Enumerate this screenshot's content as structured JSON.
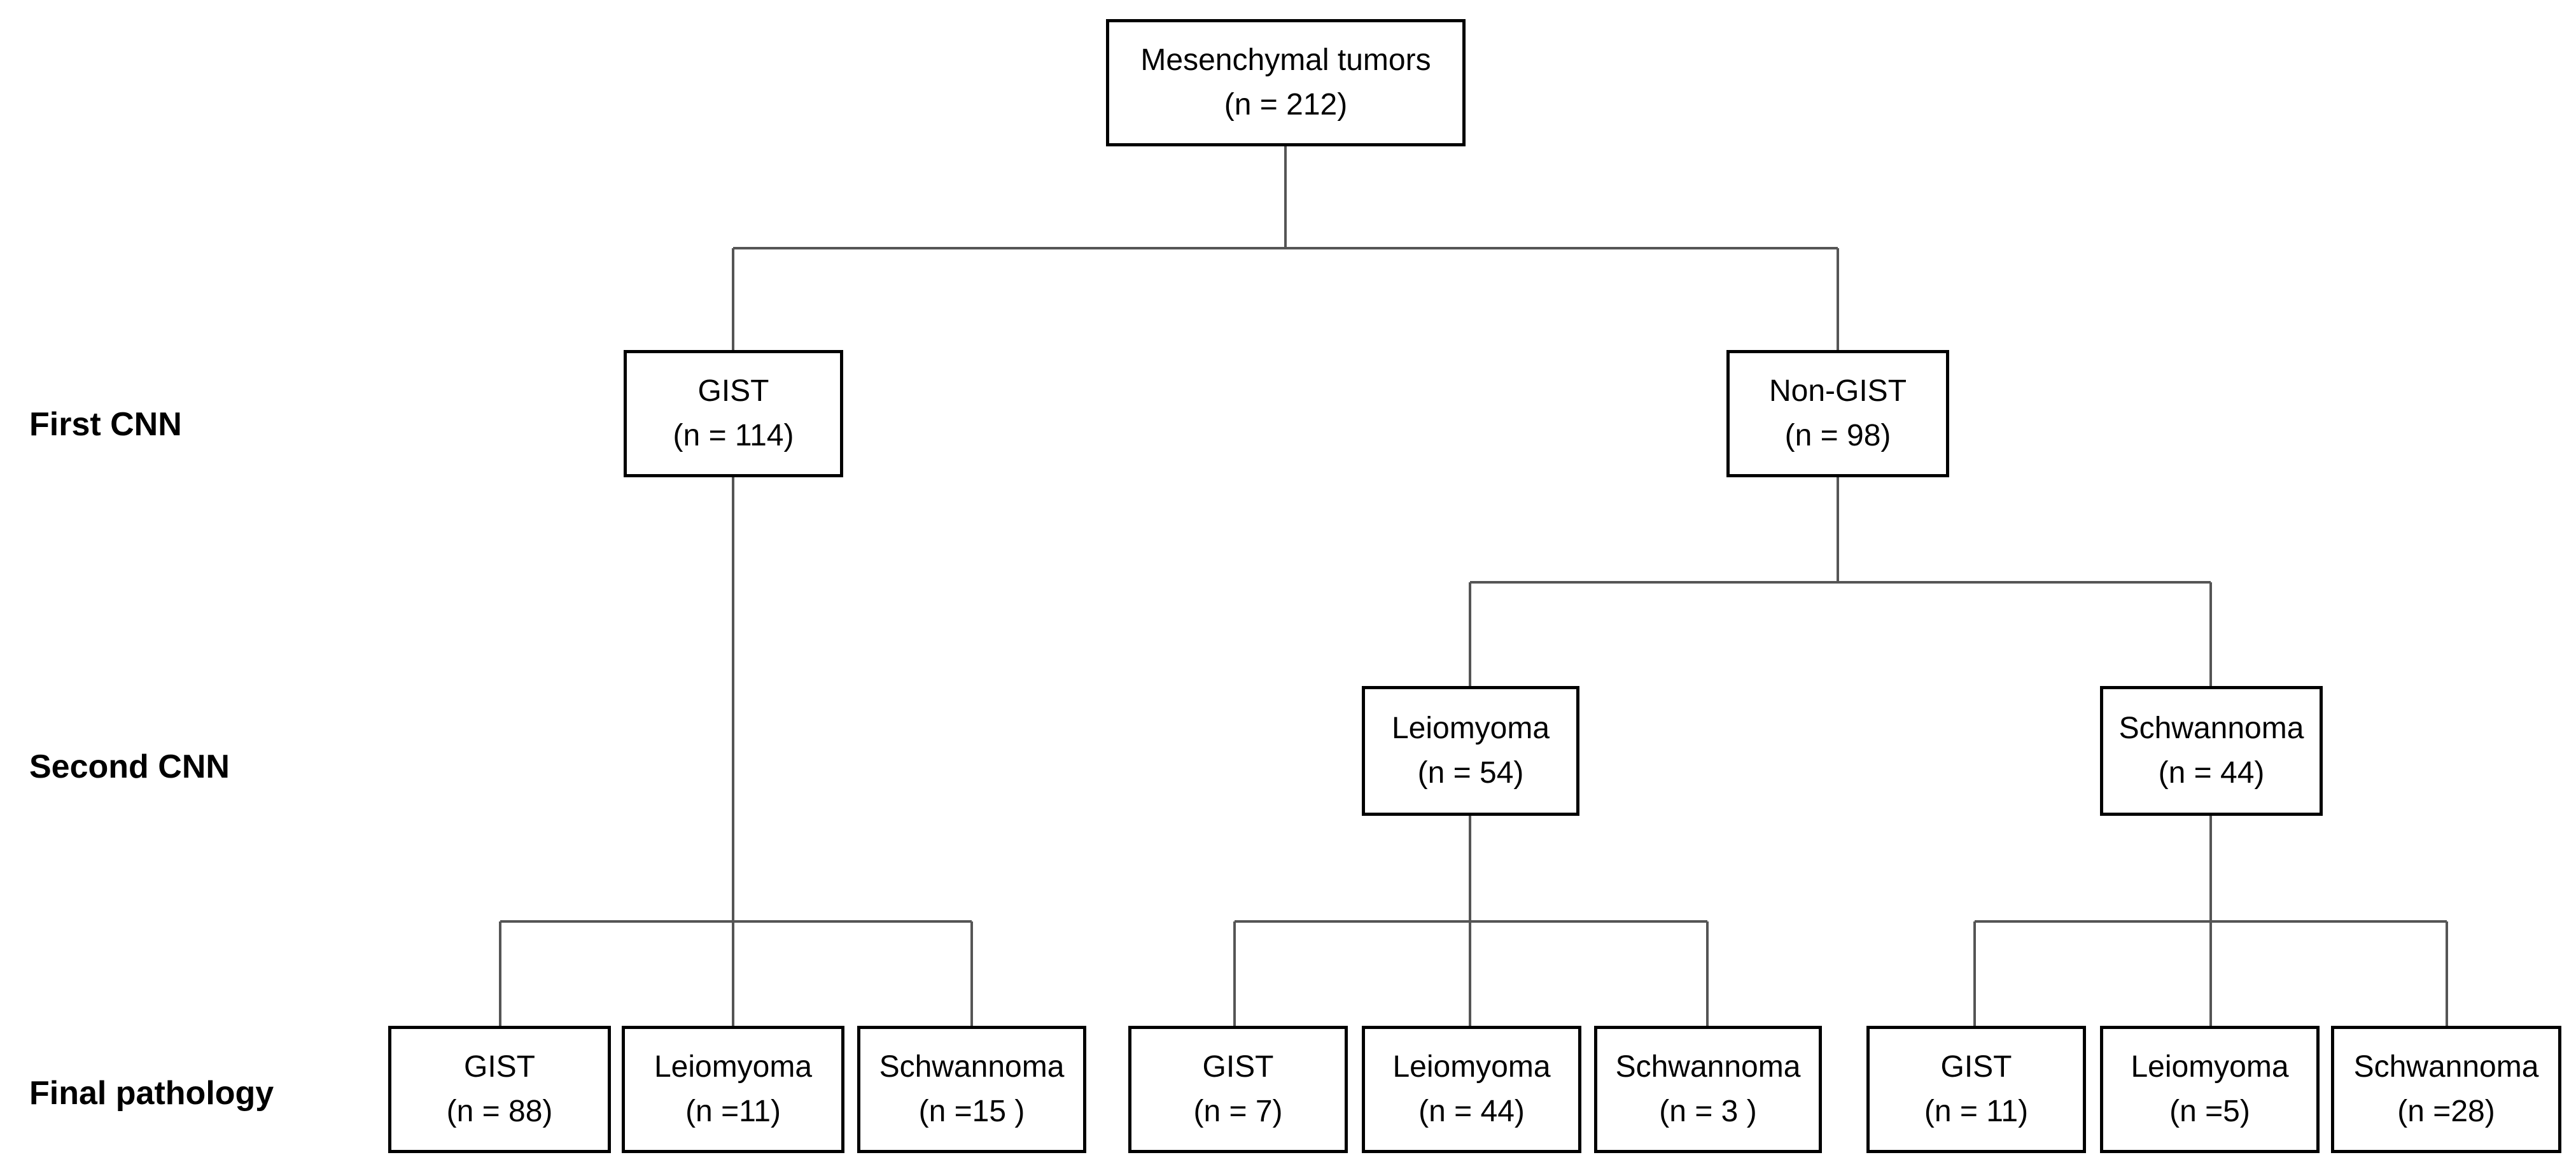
{
  "row_labels": {
    "first": "First CNN",
    "second": "Second CNN",
    "final": "Final pathology"
  },
  "nodes": {
    "root": {
      "label": "Mesenchymal tumors",
      "count": "(n = 212)"
    },
    "gist": {
      "label": "GIST",
      "count": "(n = 114)"
    },
    "non_gist": {
      "label": "Non-GIST",
      "count": "(n = 98)"
    },
    "leiomyoma": {
      "label": "Leiomyoma",
      "count": "(n = 54)"
    },
    "schwannoma": {
      "label": "Schwannoma",
      "count": "(n = 44)"
    },
    "gist_final": [
      {
        "label": "GIST",
        "count": "(n = 88)"
      },
      {
        "label": "Leiomyoma",
        "count": "(n =11)"
      },
      {
        "label": "Schwannoma",
        "count": "(n =15 )"
      }
    ],
    "leiomyoma_final": [
      {
        "label": "GIST",
        "count": "(n = 7)"
      },
      {
        "label": "Leiomyoma",
        "count": "(n = 44)"
      },
      {
        "label": "Schwannoma",
        "count": "(n = 3 )"
      }
    ],
    "schwannoma_final": [
      {
        "label": "GIST",
        "count": "(n = 11)"
      },
      {
        "label": "Leiomyoma",
        "count": "(n =5)"
      },
      {
        "label": "Schwannoma",
        "count": "(n =28)"
      }
    ]
  }
}
